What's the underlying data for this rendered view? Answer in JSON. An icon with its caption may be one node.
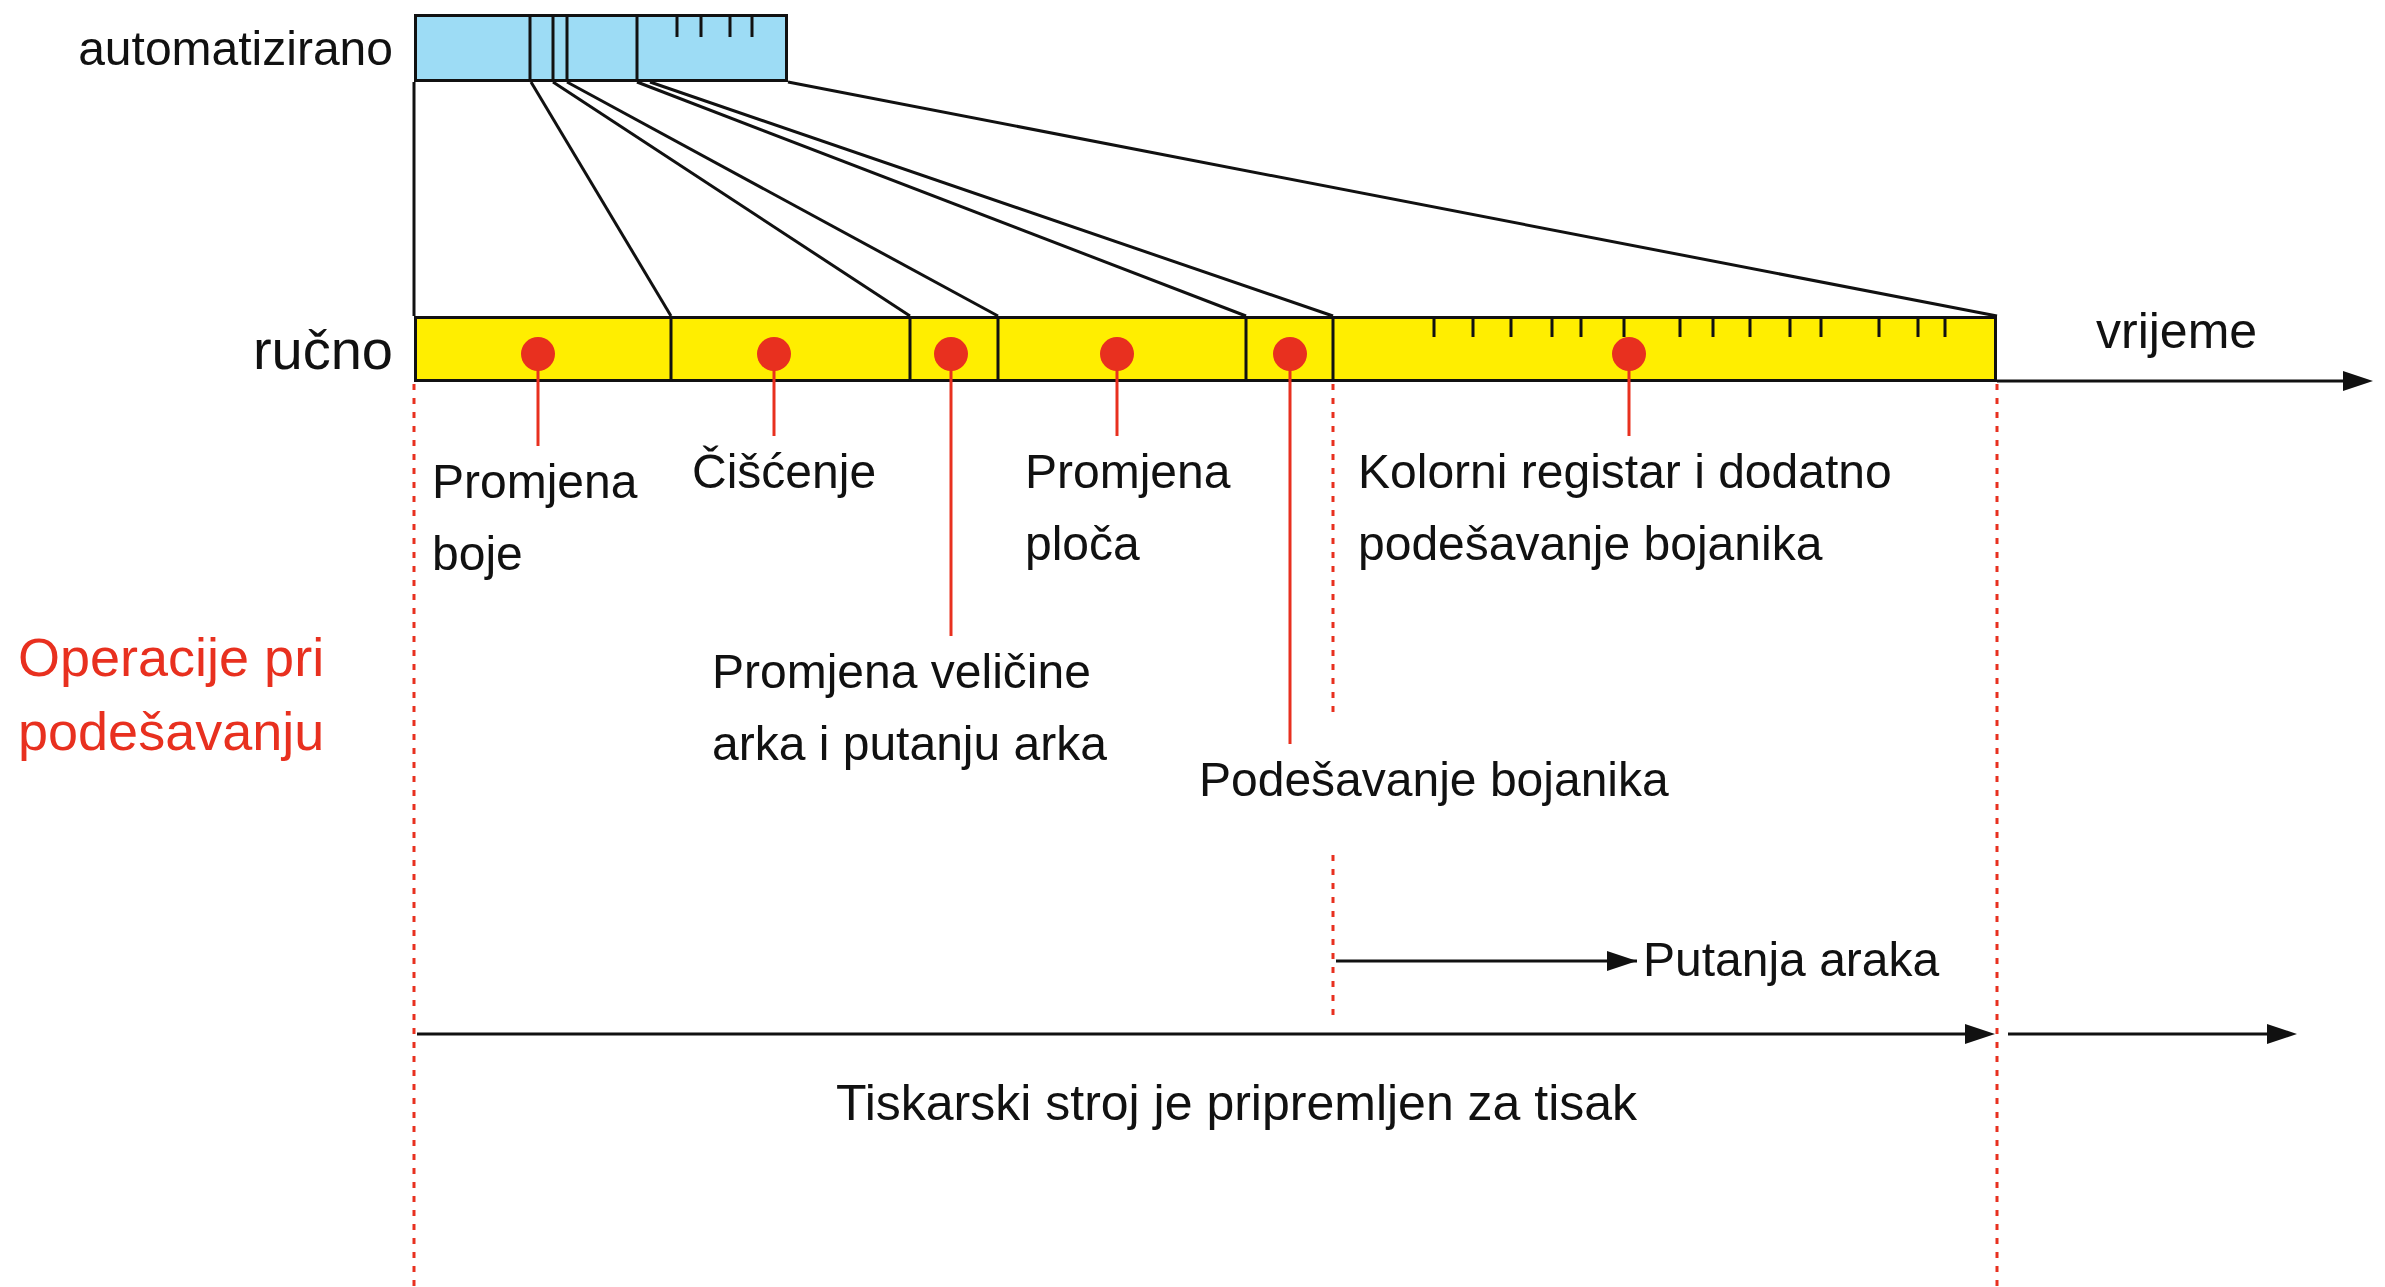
{
  "diagram": {
    "nodes": [
      {
        "text": [],
        "shape": "bar",
        "beside": [
          "automatizirano"
        ]
      },
      {
        "text": [],
        "shape": "bar",
        "beside": [
          "ručno"
        ]
      },
      {
        "text": [
          "Promjena boje"
        ]
      },
      {
        "text": [
          "Čišćenje"
        ]
      },
      {
        "text": [
          "Promjena veličine arka i putanju arka"
        ]
      },
      {
        "text": [
          "Promjena ploča"
        ]
      },
      {
        "text": [
          "Podešavanje bojanika"
        ]
      },
      {
        "text": [
          "Kolorni registar i dodatno podešavanje bojanika"
        ]
      },
      {
        "text": [
          "Putanja araka"
        ]
      }
    ],
    "edges": [
      {
        "from": 0,
        "to": 1,
        "arrow": "none"
      },
      {
        "from": 0,
        "to": 1,
        "arrow": "none"
      },
      {
        "from": 0,
        "to": 1,
        "arrow": "none"
      },
      {
        "from": 0,
        "to": 1,
        "arrow": "none"
      },
      {
        "from": 0,
        "to": 1,
        "arrow": "none"
      },
      {
        "from": 0,
        "to": 1,
        "arrow": "none"
      },
      {
        "from": 0,
        "to": 1,
        "arrow": "none"
      },
      {
        "from": 2,
        "to": 1,
        "arrow": "other",
        "color": "#e8301f"
      },
      {
        "from": 3,
        "to": 1,
        "arrow": "other",
        "color": "#e8301f"
      },
      {
        "from": 4,
        "to": 1,
        "arrow": "other",
        "color": "#e8301f"
      },
      {
        "from": 5,
        "to": 1,
        "arrow": "other",
        "color": "#e8301f"
      },
      {
        "from": 6,
        "to": 1,
        "arrow": "other",
        "color": "#e8301f"
      },
      {
        "from": 7,
        "to": 1,
        "arrow": "other",
        "color": "#e8301f"
      },
      {
        "from": null,
        "to": 8,
        "arrow": "to"
      }
    ],
    "labels": [
      "vrijeme",
      "Operacije pri podešavanju",
      "Tiskarski stroj je pripremljen za tisak"
    ]
  }
}
